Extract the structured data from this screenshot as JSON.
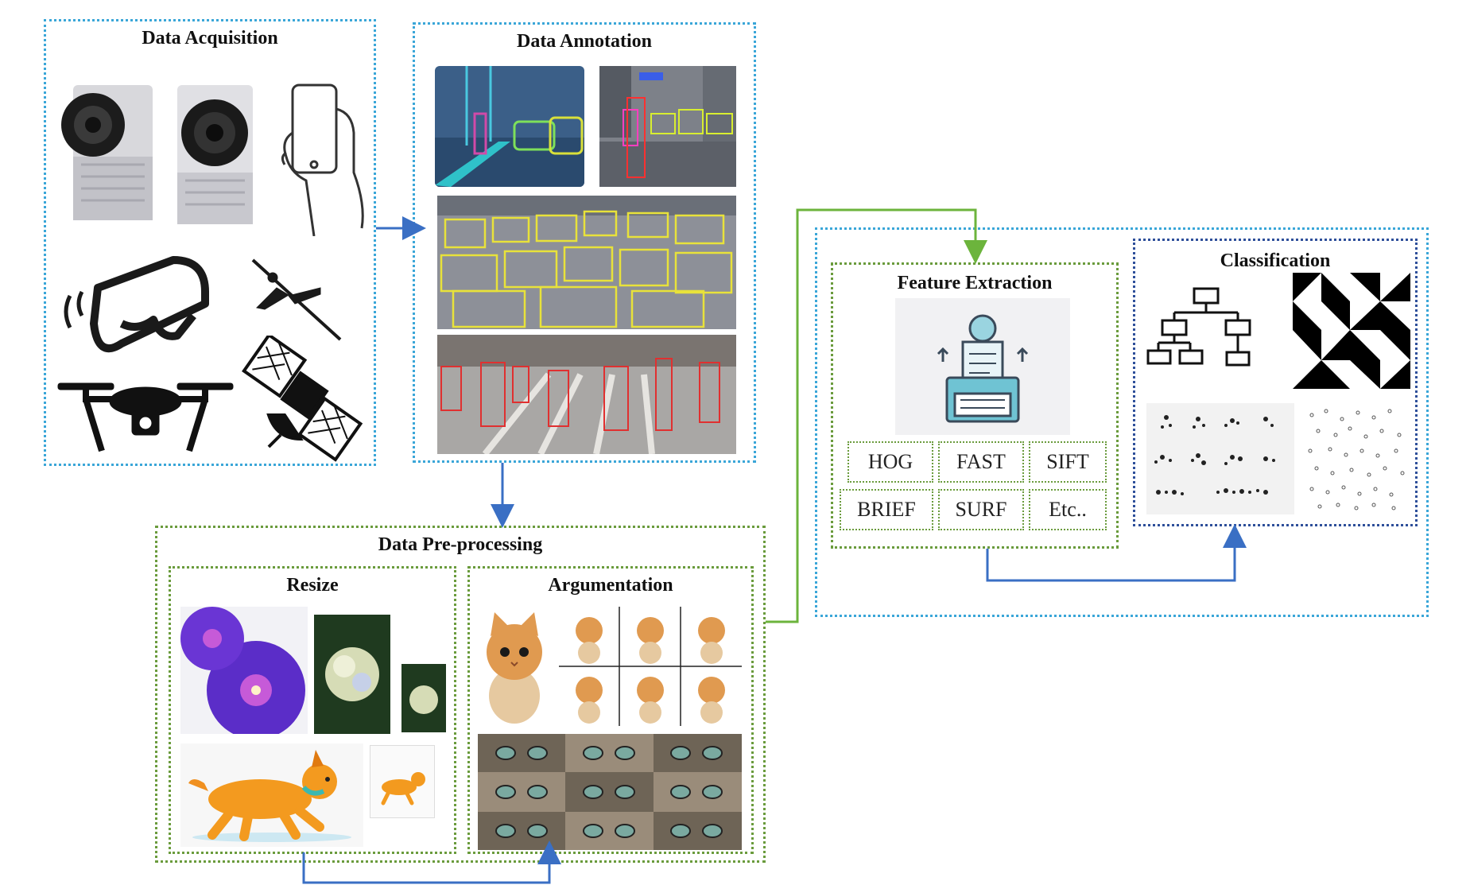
{
  "panels": {
    "acquisition": {
      "title": "Data Acquisition"
    },
    "annotation": {
      "title": "Data Annotation"
    },
    "preprocessing": {
      "title": "Data Pre-processing",
      "resize": {
        "title": "Resize"
      },
      "augmentation": {
        "title": "Argumentation"
      }
    },
    "feature_extraction": {
      "title": "Feature Extraction",
      "methods": [
        "HOG",
        "FAST",
        "SIFT",
        "BRIEF",
        "SURF",
        "Etc.."
      ]
    },
    "classification": {
      "title": "Classification"
    }
  },
  "icons": [
    "industrial-camera-icon",
    "smartphone-in-hand-icon",
    "vr-headset-icon",
    "airplane-icon",
    "drone-icon",
    "satellite-icon",
    "decision-tree-icon",
    "robot-document-icon",
    "arrow-icon"
  ],
  "colors": {
    "blue_border": "#3aa6d8",
    "green_border": "#6a9b3c",
    "navy_border": "#2e4f9a",
    "blue_arrow": "#3a6fc4",
    "green_arrow": "#6cb43c"
  }
}
